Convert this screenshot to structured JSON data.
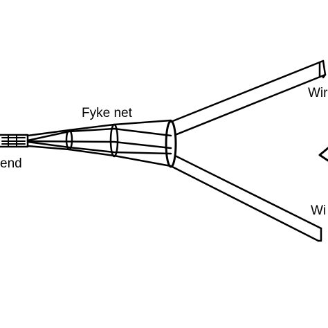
{
  "labels": {
    "fyke_net": "Fyke net",
    "cod_end": "end",
    "wing_upper": "Wir",
    "wing_lower": "Wi"
  },
  "colors": {
    "stroke": "#000000",
    "background": "#ffffff"
  }
}
